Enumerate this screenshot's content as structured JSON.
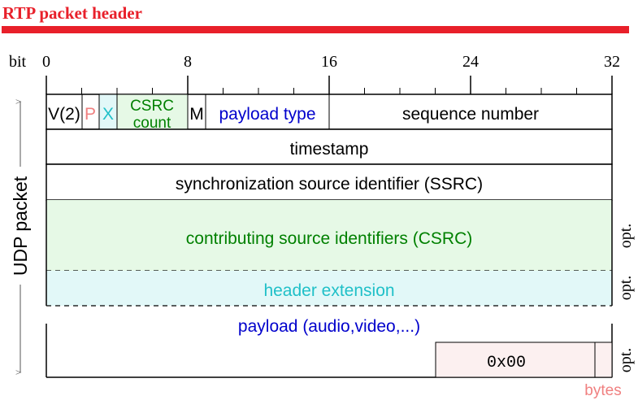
{
  "title": "RTP packet header",
  "axis": {
    "unit": "bit",
    "ticks": [
      "0",
      "8",
      "16",
      "24",
      "32"
    ]
  },
  "side_label": "UDP packet",
  "fields": {
    "version": "V(2)",
    "padding": "P",
    "extension": "X",
    "csrc_count_line1": "CSRC",
    "csrc_count_line2": "count",
    "marker": "M",
    "payload_type": "payload type",
    "sequence_number": "sequence number",
    "timestamp": "timestamp",
    "ssrc": "synchronization source identifier (SSRC)",
    "csrc": "contributing source identifiers (CSRC)",
    "header_extension": "header extension",
    "payload": "payload (audio,video,...)",
    "padding_bytes": "0x00"
  },
  "annotations": {
    "opt": "opt.",
    "bytes": "bytes"
  },
  "colors": {
    "title": "#e8202a",
    "padding": "#f08080",
    "extension": "#20c0c8",
    "csrc": "#008000",
    "payload": "#0000cc",
    "csrc_fill": "#e6f9e6",
    "ext_fill": "#e2f8f8",
    "pad_fill": "#fcf0f0"
  }
}
